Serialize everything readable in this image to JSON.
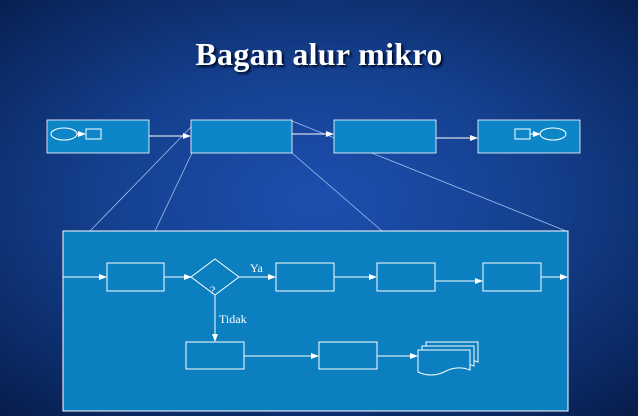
{
  "slide": {
    "title": "Bagan alur mikro"
  },
  "diagram": {
    "decision_mark": "?",
    "yes_label": "Ya",
    "no_label": "Tidak"
  },
  "colors": {
    "box_fill": "#0d86c8",
    "detail_panel_fill": "#0b7fc0",
    "stroke": "#ffffff",
    "background": "#15408f"
  }
}
